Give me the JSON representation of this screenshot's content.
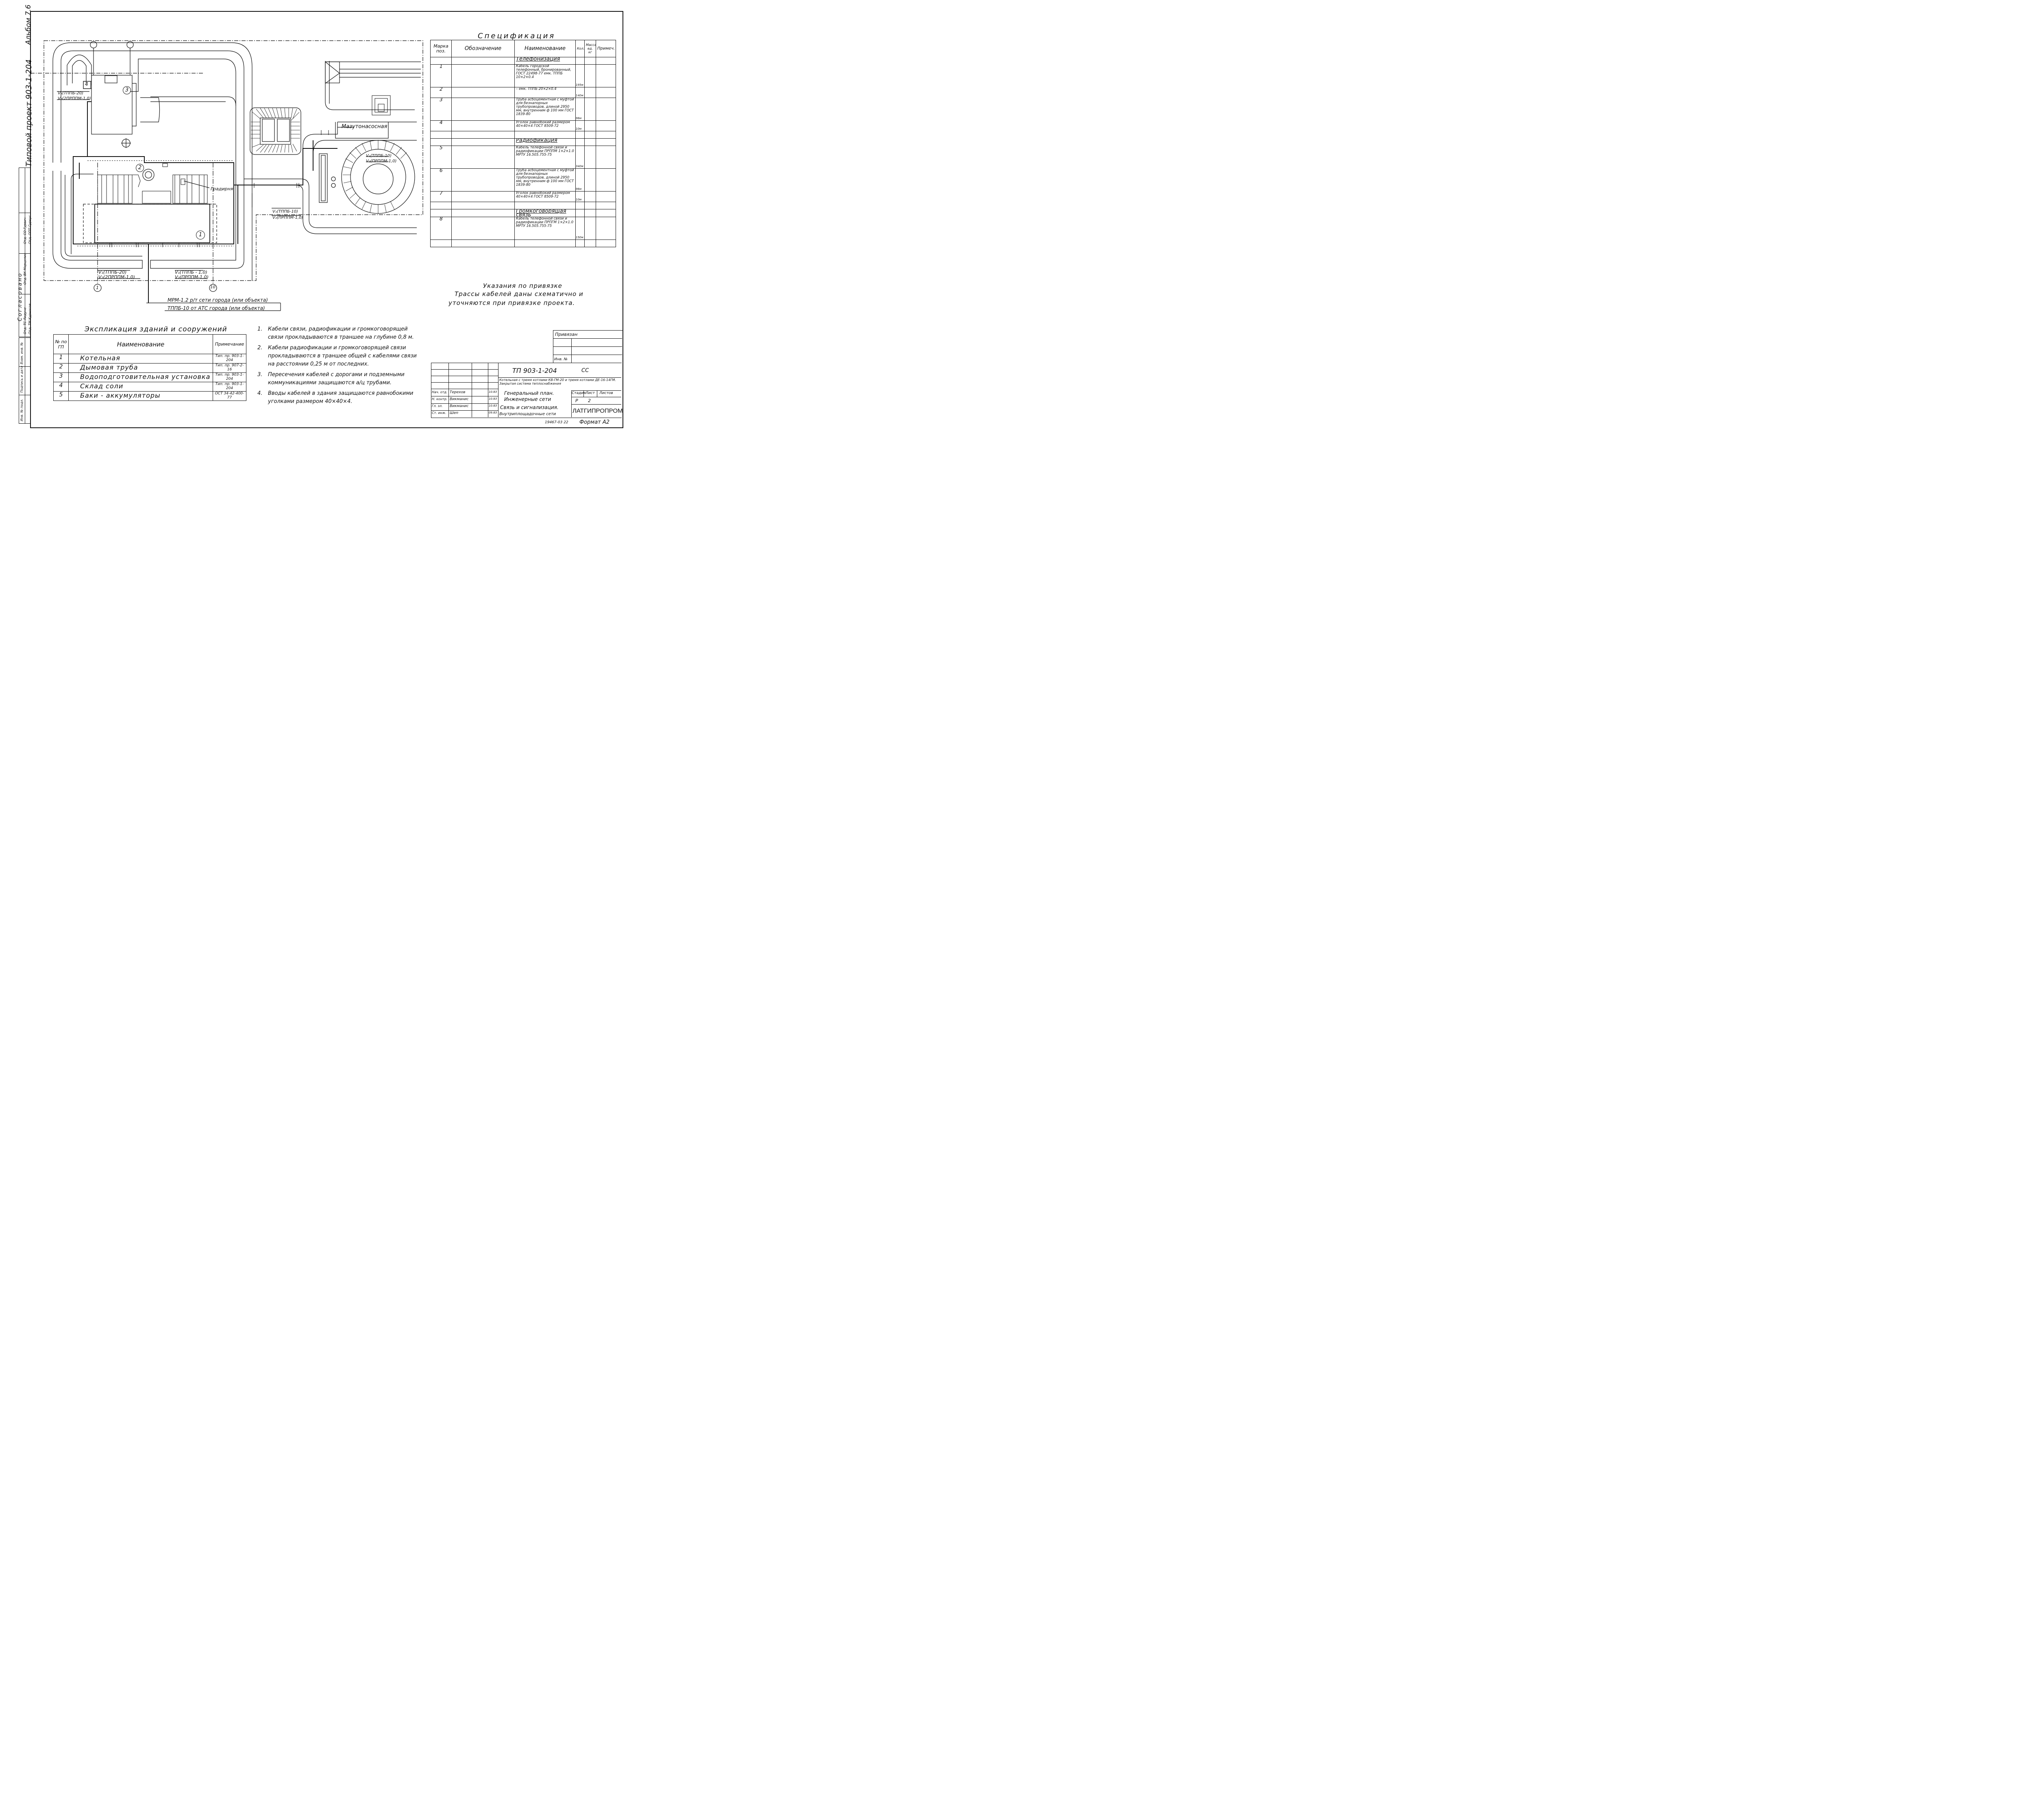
{
  "side": {
    "album": "Альбом 7.6",
    "project": "Типовой проект 903-1-204",
    "soglasovano": "Согласовано",
    "approval_rows": [
      "Отд. ТС  Лидуне",
      "Отд. ТМ  Курносов",
      "Отд. ВК  Марцелис",
      "Отд. СО  Гурвич",
      "Отд. ОПП  Гуркус"
    ],
    "stamp_cols": [
      "Инв. № подл.",
      "Подпись и дата",
      "Взам. инв. №"
    ]
  },
  "spec": {
    "title": "Спецификация",
    "headers": [
      "Марка поз.",
      "Обозначение",
      "Наименование",
      "Кол.",
      "Масса ед. кг",
      "Примеч."
    ],
    "sections": [
      {
        "heading": "Телефонизация",
        "rows": [
          {
            "pos": "1",
            "name": "Кабель городской телефонный, бронированный, ГОСТ 22498-77 емк. ТППБ 10×2×0.4",
            "qty": "195м"
          },
          {
            "pos": "2",
            "name": "– емк. ТППБ 20×2×0.4",
            "qty": "140м"
          },
          {
            "pos": "3",
            "name": "Труба асбоцементная с муфтой для безнапорных трубопроводов, длиной 2950 мм, внутренним ф 100 мм ГОСТ 1839-80",
            "qty": "96м"
          },
          {
            "pos": "4",
            "name": "Уголок равнобокий размером 40×40×4 ГОСТ 8509-72",
            "qty": "10м"
          }
        ]
      },
      {
        "heading": "Радиофикация",
        "rows": [
          {
            "pos": "5",
            "name": "Кабель телефонной связи и радиофикации ПРППМ 1×2×1.0 МРТУ 16.505.755-75",
            "qty": "340м"
          },
          {
            "pos": "6",
            "name": "Труба асбоцементная с муфтой для безнапорных трубопроводов, длиной 2950 мм, внутренним ф 100 мм ГОСТ 1839-80",
            "qty": "96м"
          },
          {
            "pos": "7",
            "name": "Уголок равнобокий размером 40×40×4 ГОСТ 8509-72",
            "qty": "10м"
          }
        ]
      },
      {
        "heading": "Громкоговорящая связь",
        "rows": [
          {
            "pos": "8",
            "name": "Кабель телефонной связи и радиофикации ПРПГМ 1×2×1.0 МРТУ 16.505.755-75",
            "qty": "150м"
          }
        ]
      }
    ]
  },
  "binding": {
    "title": "Указания по привязке",
    "text1": "Трассы кабелей даны схематично и",
    "text2": "уточняются при привязке проекта."
  },
  "explication": {
    "title": "Экспликация зданий и сооружений",
    "headers": [
      "№ по ГП",
      "Наименование",
      "Примечание"
    ],
    "rows": [
      {
        "no": "1",
        "name": "Котельная",
        "note": "Тип. пр. 903-1-204"
      },
      {
        "no": "2",
        "name": "Дымовая труба",
        "note": "Тип. пр. 907-2-16"
      },
      {
        "no": "3",
        "name": "Водоподготовительная установка",
        "note": "Тип. пр. 903-1-204"
      },
      {
        "no": "4",
        "name": "Склад соли",
        "note": "Тип. пр. 903-1-204"
      },
      {
        "no": "5",
        "name": "Баки - аккумуляторы",
        "note": "ОСТ 34-42-400-77"
      }
    ]
  },
  "notes": [
    {
      "n": "1.",
      "text": "Кабели связи, радиофикации и громкоговорящей связи прокладываются в траншее на глубине 0,8 м."
    },
    {
      "n": "2.",
      "text": "Кабели радиофикации и громкоговорящей связи прокладываются в траншее общей с кабелями связи на расстоянии 0,25 м от последних."
    },
    {
      "n": "3.",
      "text": "Пересечения кабелей с дорогами и подземными коммуникациями защищаются а/ц трубами."
    },
    {
      "n": "4.",
      "text": "Вводы кабелей в здания защищаются равнобокими уголками размером 40×40×4."
    }
  ],
  "plan": {
    "gradirnya": "Градирня",
    "mazut": "Мазутонасосная",
    "lbl_v1_tppb20": "V₁(ТППБ-20)",
    "lbl_v2_2prppm": "V₂(2ПРППМ-1,0)",
    "lbl_v1_tppb10": "V₁(ТППБ-10)",
    "lbl_v2_prppm": "V₂(ПРППМ-1,0)",
    "lbl_v1_tppb10_b": "V₁(ТППБ - 1,0)",
    "lbl_v2_prppm_b": "V₂(ПРППМ-1,0)",
    "mrm": "МРМ-1.2 р/т сети города (или объекта)",
    "tppb10": "ТППБ-10 от АТС города (или объекта)",
    "axis_a": "1",
    "axis_b": "10",
    "bld1": "1",
    "bld2": "2",
    "bld3": "3",
    "bld4": "4"
  },
  "title_block": {
    "privyazan": "Привязан",
    "inv_no": "Инв. №",
    "code": "ТП 903-1-204",
    "mark": "СС",
    "description": "Котельная с тремя котлами КВ-ГМ-20 и тремя котлами ДЕ-16-14ГМ. Закрытая система теплоснабжения",
    "sheet_title1": "Генеральный план.",
    "sheet_title2": "Инженерные сети",
    "sheet_title3": "Связь и сигнализация.",
    "sheet_title4": "Внутриплощадочные сети",
    "col_stage": "Стадия",
    "col_sheet": "Лист",
    "col_sheets": "Листов",
    "stage": "Р",
    "sheet": "2",
    "org": "ЛАТГИПРОПРОМ",
    "people": [
      {
        "role": "Нач. отд.",
        "name": "Терехов",
        "date": "10.83"
      },
      {
        "role": "Н. контр.",
        "name": "Викманис",
        "date": "10.83"
      },
      {
        "role": "Гл. эл.",
        "name": "Викманис",
        "date": "10.83"
      },
      {
        "role": "Ст. инж.",
        "name": "Шеп",
        "date": "09.83"
      }
    ],
    "bottom_code": "19467-03 22",
    "format": "Формат А2"
  }
}
